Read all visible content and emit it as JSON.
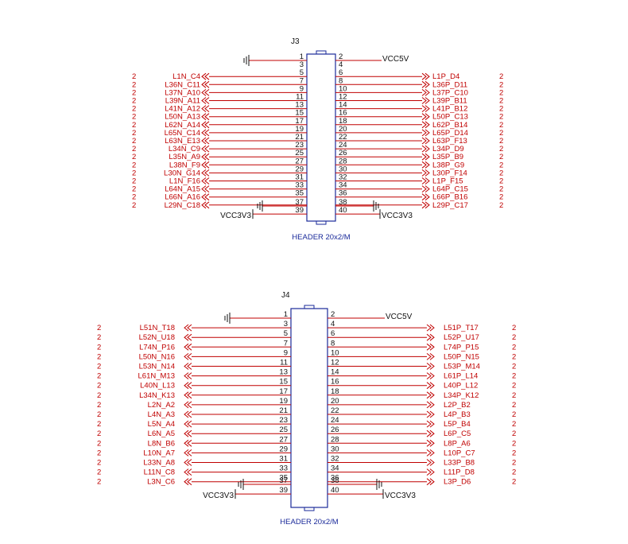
{
  "colors": {
    "wire": "#c00000",
    "body": "#1a2a9a",
    "text_dark": "#111111",
    "text_red": "#c00000",
    "text_blue": "#1a2a9a"
  },
  "connectors": [
    {
      "ref": "J3",
      "part": "HEADER 20x2/M",
      "pin1_label": "1",
      "pin2_label": "2",
      "pin37_label": "37",
      "pin38_label": "38",
      "pin39_label": "39",
      "pin40_label": "40",
      "vcc5": "VCC5V",
      "vcc3_left": "VCC3V3",
      "vcc3_right": "VCC3V3",
      "rows": [
        {
          "l": "3",
          "r": "4",
          "ln": "",
          "rn": "",
          "ls": "",
          "rs": ""
        },
        {
          "l": "5",
          "r": "6",
          "ln": "L1N_C4",
          "rn": "L1P_D4",
          "ls": "2",
          "rs": "2"
        },
        {
          "l": "7",
          "r": "8",
          "ln": "L36N_C11",
          "rn": "L36P_D11",
          "ls": "2",
          "rs": "2"
        },
        {
          "l": "9",
          "r": "10",
          "ln": "L37N_A10",
          "rn": "L37P_C10",
          "ls": "2",
          "rs": "2"
        },
        {
          "l": "11",
          "r": "12",
          "ln": "L39N_A11",
          "rn": "L39P_B11",
          "ls": "2",
          "rs": "2"
        },
        {
          "l": "13",
          "r": "14",
          "ln": "L41N_A12",
          "rn": "L41P_B12",
          "ls": "2",
          "rs": "2"
        },
        {
          "l": "15",
          "r": "16",
          "ln": "L50N_A13",
          "rn": "L50P_C13",
          "ls": "2",
          "rs": "2"
        },
        {
          "l": "17",
          "r": "18",
          "ln": "L62N_A14",
          "rn": "L62P_B14",
          "ls": "2",
          "rs": "2"
        },
        {
          "l": "19",
          "r": "20",
          "ln": "L65N_C14",
          "rn": "L65P_D14",
          "ls": "2",
          "rs": "2"
        },
        {
          "l": "21",
          "r": "22",
          "ln": "L63N_E13",
          "rn": "L63P_F13",
          "ls": "2",
          "rs": "2"
        },
        {
          "l": "23",
          "r": "24",
          "ln": "L34N_C9",
          "rn": "L34P_D9",
          "ls": "2",
          "rs": "2"
        },
        {
          "l": "25",
          "r": "26",
          "ln": "L35N_A9",
          "rn": "L35P_B9",
          "ls": "2",
          "rs": "2"
        },
        {
          "l": "27",
          "r": "28",
          "ln": "L38N_F9",
          "rn": "L38P_G9",
          "ls": "2",
          "rs": "2"
        },
        {
          "l": "29",
          "r": "30",
          "ln": "L30N_G14",
          "rn": "L30P_F14",
          "ls": "2",
          "rs": "2"
        },
        {
          "l": "31",
          "r": "32",
          "ln": "L1N_F16",
          "rn": "L1P_F15",
          "ls": "2",
          "rs": "2"
        },
        {
          "l": "33",
          "r": "34",
          "ln": "L64N_A15",
          "rn": "L64P_C15",
          "ls": "2",
          "rs": "2"
        },
        {
          "l": "35",
          "r": "36",
          "ln": "L66N_A16",
          "rn": "L66P_B16",
          "ls": "2",
          "rs": "2"
        },
        {
          "l": "",
          "r": "",
          "ln": "L29N_C18",
          "rn": "L29P_C17",
          "ls": "2",
          "rs": "2"
        }
      ]
    },
    {
      "ref": "J4",
      "part": "HEADER 20x2/M",
      "pin1_label": "1",
      "pin2_label": "2",
      "pin37_label": "37",
      "pin38_label": "38",
      "pin39_label": "39",
      "pin40_label": "40",
      "vcc5": "VCC5V",
      "vcc3_left": "VCC3V3",
      "vcc3_right": "VCC3V3",
      "rows": [
        {
          "l": "3",
          "r": "4",
          "ln": "L51N_T18",
          "rn": "L51P_T17",
          "ls": "2",
          "rs": "2"
        },
        {
          "l": "5",
          "r": "6",
          "ln": "L52N_U18",
          "rn": "L52P_U17",
          "ls": "2",
          "rs": "2"
        },
        {
          "l": "7",
          "r": "8",
          "ln": "L74N_P16",
          "rn": "L74P_P15",
          "ls": "2",
          "rs": "2"
        },
        {
          "l": "9",
          "r": "10",
          "ln": "L50N_N16",
          "rn": "L50P_N15",
          "ls": "2",
          "rs": "2"
        },
        {
          "l": "11",
          "r": "12",
          "ln": "L53N_N14",
          "rn": "L53P_M14",
          "ls": "2",
          "rs": "2"
        },
        {
          "l": "13",
          "r": "14",
          "ln": "L61N_M13",
          "rn": "L61P_L14",
          "ls": "2",
          "rs": "2"
        },
        {
          "l": "15",
          "r": "16",
          "ln": "L40N_L13",
          "rn": "L40P_L12",
          "ls": "2",
          "rs": "2"
        },
        {
          "l": "17",
          "r": "18",
          "ln": "L34N_K13",
          "rn": "L34P_K12",
          "ls": "2",
          "rs": "2"
        },
        {
          "l": "19",
          "r": "20",
          "ln": "L2N_A2",
          "rn": "L2P_B2",
          "ls": "2",
          "rs": "2"
        },
        {
          "l": "21",
          "r": "22",
          "ln": "L4N_A3",
          "rn": "L4P_B3",
          "ls": "2",
          "rs": "2"
        },
        {
          "l": "23",
          "r": "24",
          "ln": "L5N_A4",
          "rn": "L5P_B4",
          "ls": "2",
          "rs": "2"
        },
        {
          "l": "25",
          "r": "26",
          "ln": "L6N_A5",
          "rn": "L6P_C5",
          "ls": "2",
          "rs": "2"
        },
        {
          "l": "27",
          "r": "28",
          "ln": "L8N_B6",
          "rn": "L8P_A6",
          "ls": "2",
          "rs": "2"
        },
        {
          "l": "29",
          "r": "30",
          "ln": "L10N_A7",
          "rn": "L10P_C7",
          "ls": "2",
          "rs": "2"
        },
        {
          "l": "31",
          "r": "32",
          "ln": "L33N_A8",
          "rn": "L33P_B8",
          "ls": "2",
          "rs": "2"
        },
        {
          "l": "33",
          "r": "34",
          "ln": "L11N_C8",
          "rn": "L11P_D8",
          "ls": "2",
          "rs": "2"
        },
        {
          "l": "35",
          "r": "36",
          "ln": "L3N_C6",
          "rn": "L3P_D6",
          "ls": "2",
          "rs": "2"
        }
      ]
    }
  ]
}
